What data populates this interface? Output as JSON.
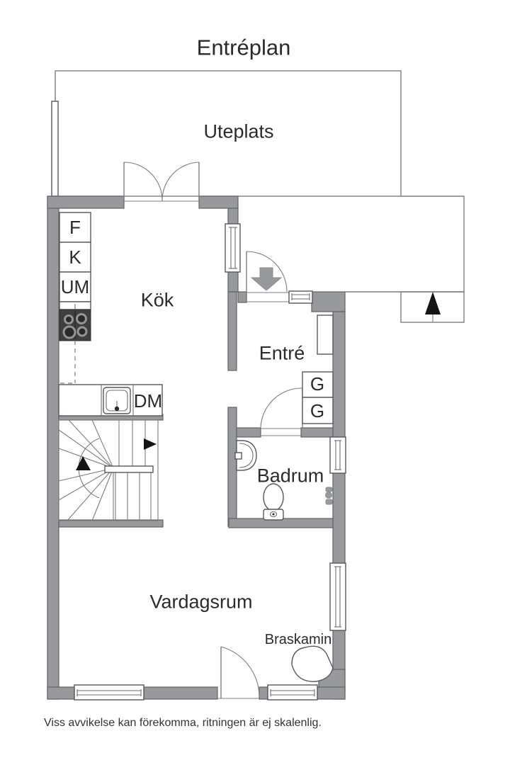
{
  "palette": {
    "wall": "#97999c",
    "wall_dark": "#606365",
    "line": "#7a7d7f",
    "text": "#2b2b2b",
    "appliance_dark": "#3f3f3f",
    "black": "#141414"
  },
  "title": "Entréplan",
  "outdoor": {
    "patio_label": "Uteplats"
  },
  "rooms": {
    "kitchen": {
      "label": "Kök"
    },
    "entry": {
      "label": "Entré"
    },
    "bathroom": {
      "label": "Badrum"
    },
    "living_room": {
      "label": "Vardagsrum"
    }
  },
  "fixtures": {
    "fridge": "F",
    "freezer": "K",
    "microwave_unit": "UM",
    "dishwasher": "DM",
    "wardrobes": [
      "G",
      "G"
    ],
    "fireplace_label": "Braskamin"
  },
  "icons": [
    "entry-direction-arrow",
    "porch-step-arrow",
    "stairs-up-arrow",
    "stairs-right-arrow",
    "stove-icon",
    "sink-icon",
    "dishwasher-box",
    "bathroom-sink-icon",
    "toilet-icon",
    "shower-mixer-icon",
    "fireplace-icon",
    "window-icon",
    "door-swing-icon"
  ],
  "footer": {
    "disclaimer": "Viss avvikelse kan förekomma, ritningen är ej skalenlig."
  }
}
